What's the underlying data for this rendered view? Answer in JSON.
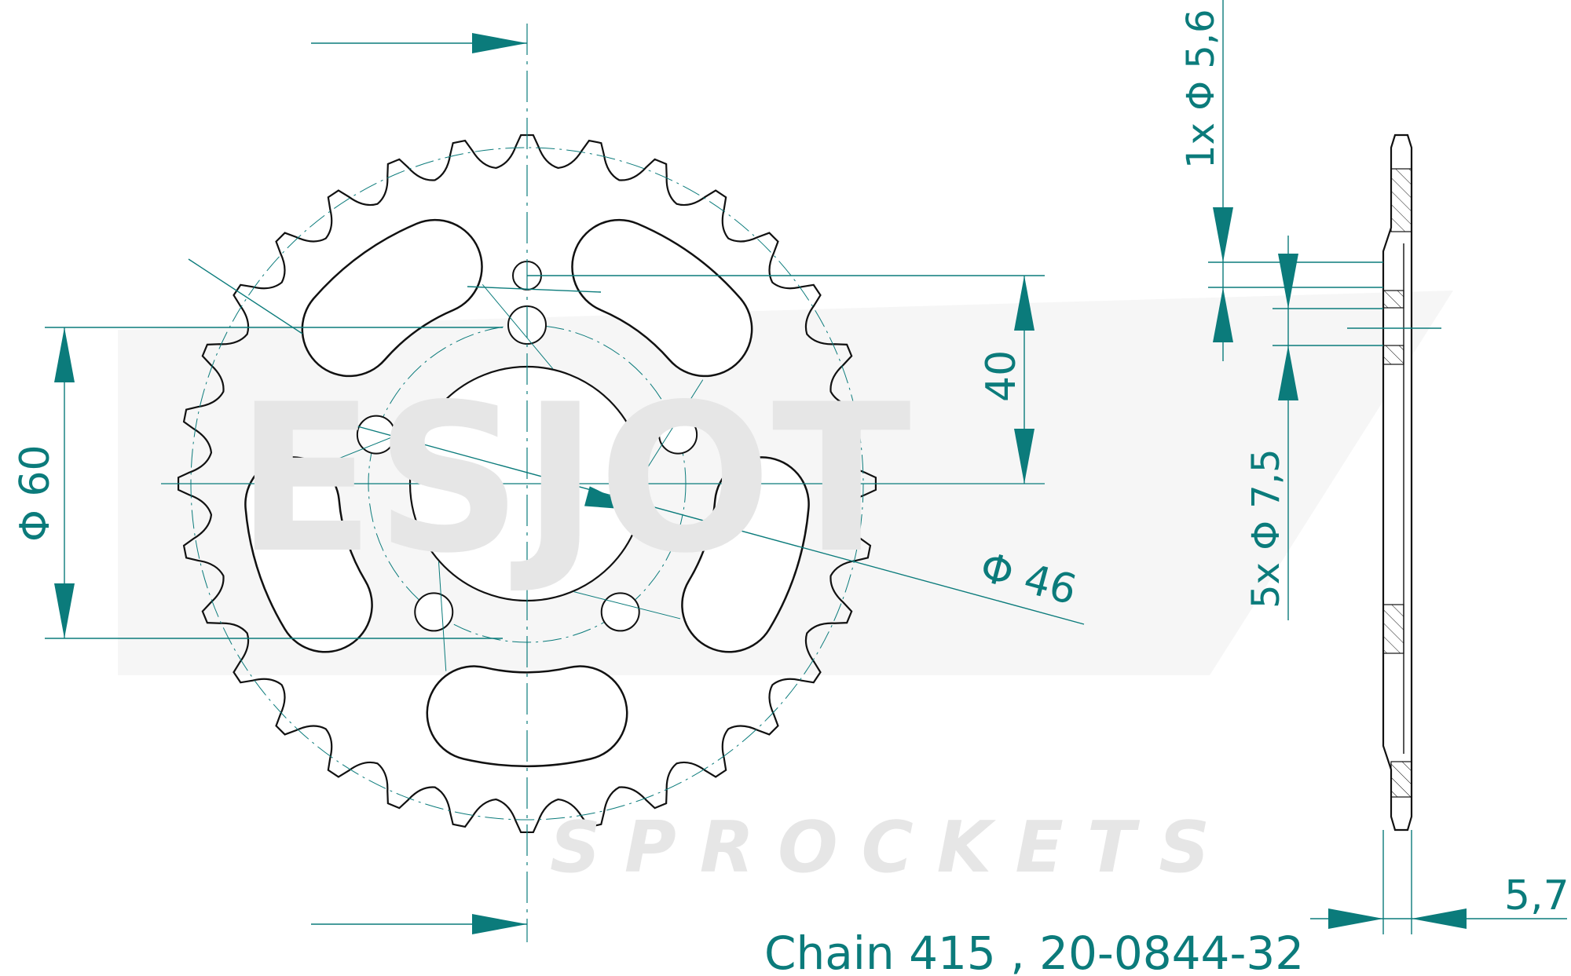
{
  "watermark": {
    "brand": "ESJOT",
    "sub": "SPROCKETS"
  },
  "sprocket": {
    "teeth": 32,
    "bolt_holes": 5,
    "slots": 5,
    "pilot_holes": 1
  },
  "dimensions": {
    "bolt_circle": "Φ 60",
    "pilot_offset": "40",
    "center_bore": "Φ 46",
    "pilot_hole": "1x Φ 5,6",
    "bolt_holes": "5x Φ 7,5",
    "thickness": "5,7"
  },
  "caption": "Chain 415 , 20-0844-32",
  "colors": {
    "dimension": "#0b7b7b",
    "outline": "#111111",
    "watermark": "#ececec"
  }
}
